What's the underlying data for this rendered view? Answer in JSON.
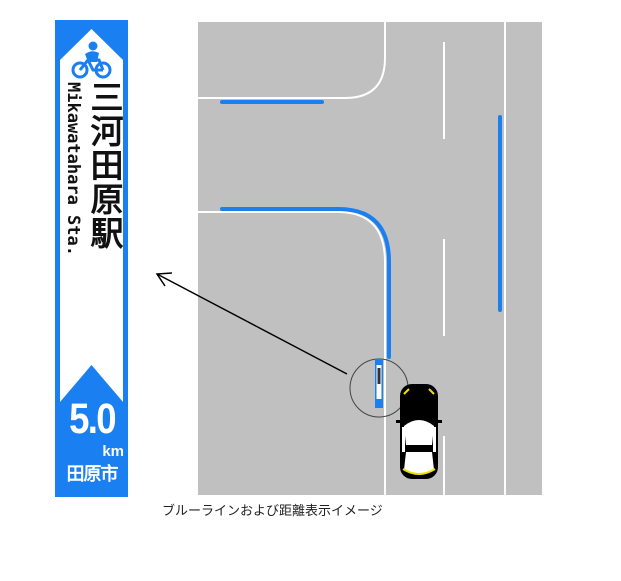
{
  "sign": {
    "station_name_jp": "三河田原駅",
    "station_name_en": "Mikawatahara Sta.",
    "distance": "5.0",
    "unit": "km",
    "city": "田原市",
    "icon": "bicycle-icon",
    "colors": {
      "blue": "#1a7ff0",
      "white": "#ffffff",
      "text": "#111111"
    }
  },
  "diagram": {
    "road_color": "#c0c0c0",
    "blue_line_color": "#1a7ff0",
    "lane_marking_color": "#ffffff",
    "elements": [
      "intersection-road",
      "blue-line",
      "center-dashed-line",
      "car",
      "sign-callout-circle",
      "callout-arrow"
    ]
  },
  "caption": "ブルーラインおよび距離表示イメージ"
}
